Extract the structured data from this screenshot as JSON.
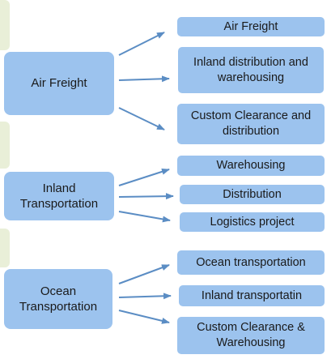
{
  "diagram": {
    "colors": {
      "box_fill": "#9cc3ee",
      "arrow": "#5b8dc4",
      "text": "#1a1a1a",
      "background_tint": "#e9efd8"
    },
    "groups": [
      {
        "source": "Air Freight",
        "targets": [
          "Air Freight",
          "Inland distribution and warehousing",
          "Custom Clearance and distribution"
        ]
      },
      {
        "source": "Inland Transportation",
        "targets": [
          "Warehousing",
          "Distribution",
          "Logistics project"
        ]
      },
      {
        "source": "Ocean Transportation",
        "targets": [
          "Ocean transportation",
          "Inland transportatin",
          "Custom Clearance & Warehousing"
        ]
      }
    ]
  }
}
